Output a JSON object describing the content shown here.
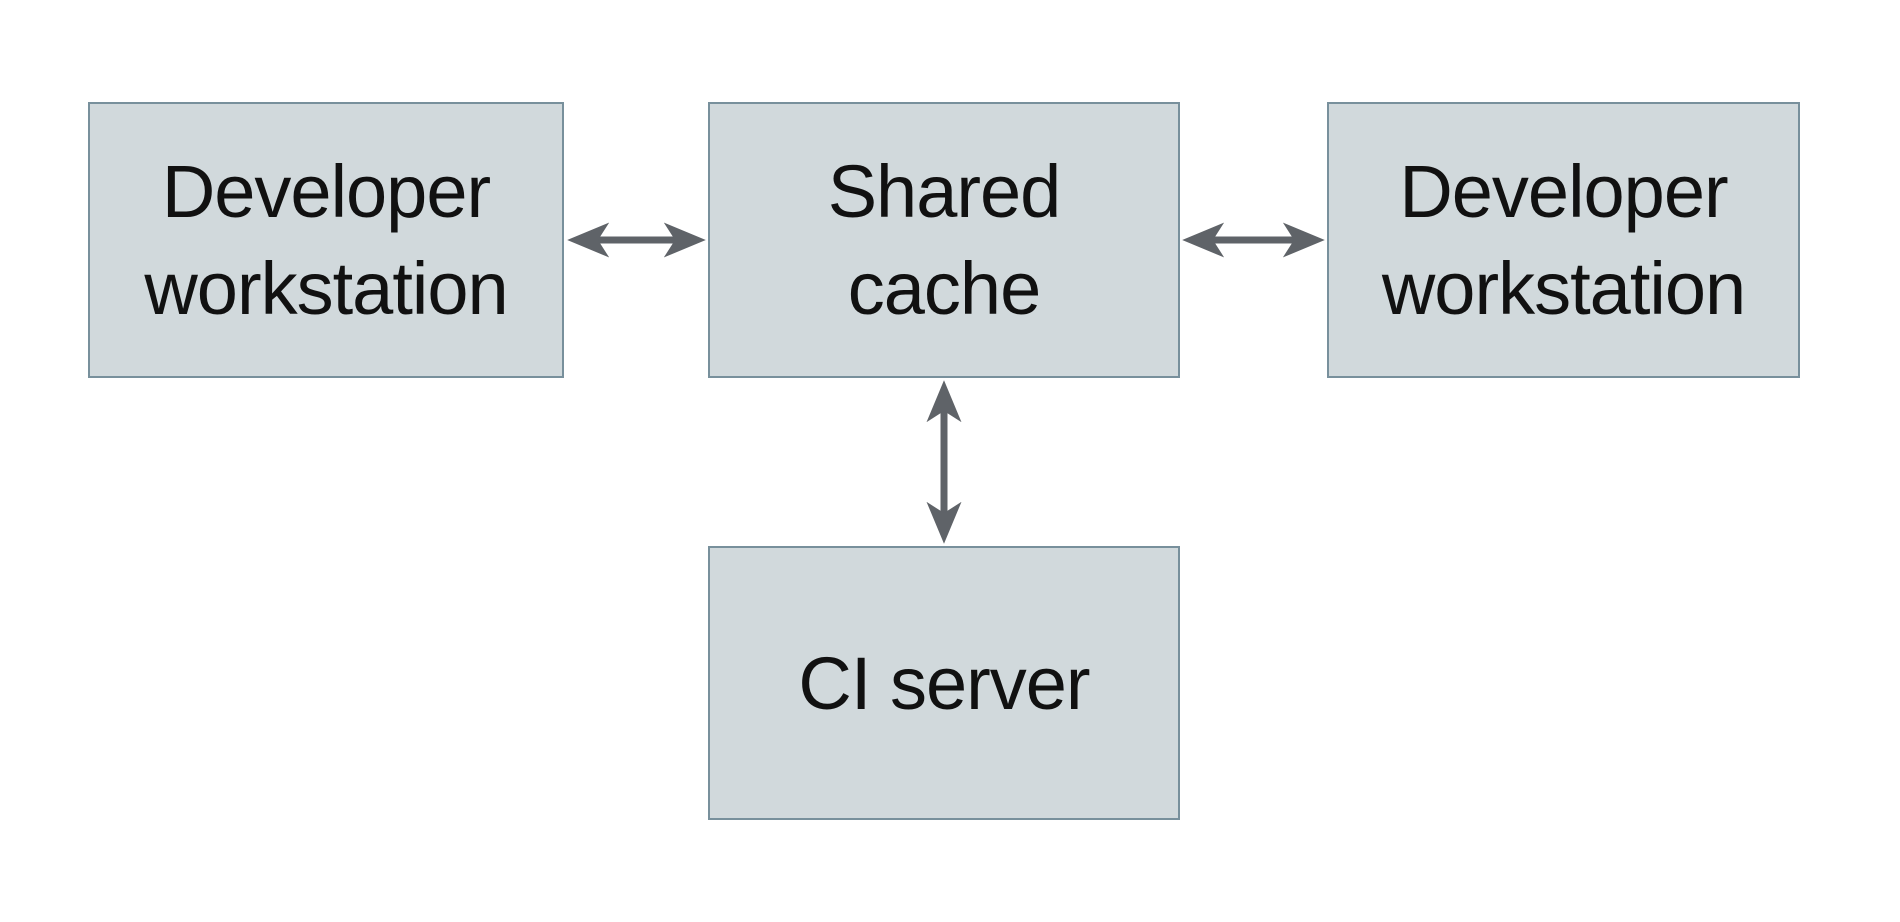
{
  "diagram": {
    "type": "architecture-diagram",
    "nodes": [
      {
        "id": "developer-workstation-left",
        "label": "Developer\nworkstation"
      },
      {
        "id": "shared-cache",
        "label": "Shared\ncache"
      },
      {
        "id": "developer-workstation-right",
        "label": "Developer\nworkstation"
      },
      {
        "id": "ci-server",
        "label": "CI server"
      }
    ],
    "edges": [
      {
        "from": "developer-workstation-left",
        "to": "shared-cache",
        "direction": "bidirectional",
        "orientation": "horizontal"
      },
      {
        "from": "shared-cache",
        "to": "developer-workstation-right",
        "direction": "bidirectional",
        "orientation": "horizontal"
      },
      {
        "from": "shared-cache",
        "to": "ci-server",
        "direction": "bidirectional",
        "orientation": "vertical"
      }
    ]
  },
  "theme": {
    "canvas-bg": "#ffffff",
    "box-fill": "#d1d9dc",
    "box-border": "#78909c",
    "arrow-color": "#5f6368",
    "text-color": "#111111"
  }
}
